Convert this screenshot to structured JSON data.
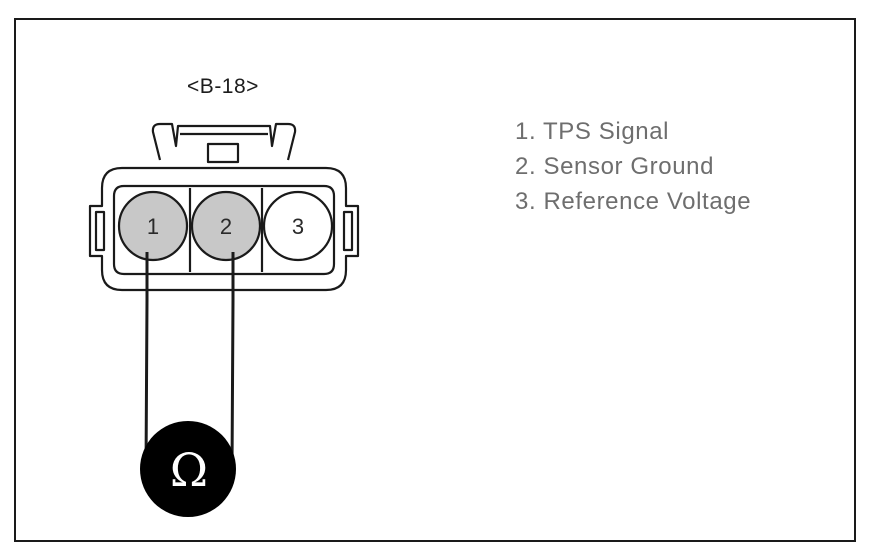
{
  "connector": {
    "label": "<B-18>",
    "pins": [
      {
        "number": "1",
        "highlighted": true
      },
      {
        "number": "2",
        "highlighted": true
      },
      {
        "number": "3",
        "highlighted": false
      }
    ]
  },
  "meter": {
    "symbol": "Ω",
    "probe_pins": [
      "1",
      "2"
    ]
  },
  "legend": {
    "items": [
      {
        "label": "1. TPS Signal"
      },
      {
        "label": "2. Sensor Ground"
      },
      {
        "label": "3. Reference Voltage"
      }
    ]
  },
  "colors": {
    "frame": "#1a1a1a",
    "pin_highlight": "#c8c8c8",
    "pin_plain": "#ffffff",
    "meter_body": "#000000",
    "legend_text": "#6e6e6e"
  }
}
